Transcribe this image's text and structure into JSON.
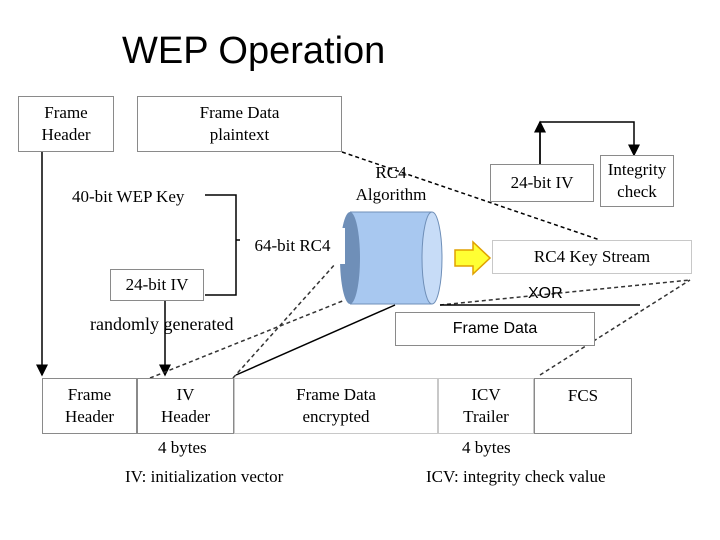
{
  "title": "WEP Operation",
  "top_row": {
    "frame_header": [
      "Frame",
      "Header"
    ],
    "frame_data": [
      "Frame Data",
      "plaintext"
    ]
  },
  "wep_key": "40-bit WEP Key",
  "rc4_algorithm": [
    "RC4",
    "Algorithm"
  ],
  "iv_box": "24-bit IV",
  "integrity_check": [
    "Integrity",
    "check"
  ],
  "rc4_64": "64-bit RC4",
  "key_stream": "RC4 Key Stream",
  "iv_left": "24-bit IV",
  "xor": "XOR",
  "randomly_generated": "randomly generated",
  "frame_data_mid": "Frame Data",
  "bottom_row": {
    "frame_header": [
      "Frame",
      "Header"
    ],
    "iv_header": [
      "IV",
      "Header"
    ],
    "frame_data_encrypted": [
      "Frame Data",
      "encrypted"
    ],
    "icv_trailer": [
      "ICV",
      "Trailer"
    ],
    "fcs": "FCS"
  },
  "bytes_left": "4 bytes",
  "bytes_right": "4 bytes",
  "iv_def": "IV: initialization vector",
  "icv_def": "ICV: integrity check value",
  "colors": {
    "cylinder": "#a8c8f0",
    "cylinder_dark": "#6f8fb8",
    "shaded": "#c8c8c8",
    "arrow_fill": "#ffff33",
    "arrow_stroke": "#e0a000",
    "lines": "#000000"
  }
}
